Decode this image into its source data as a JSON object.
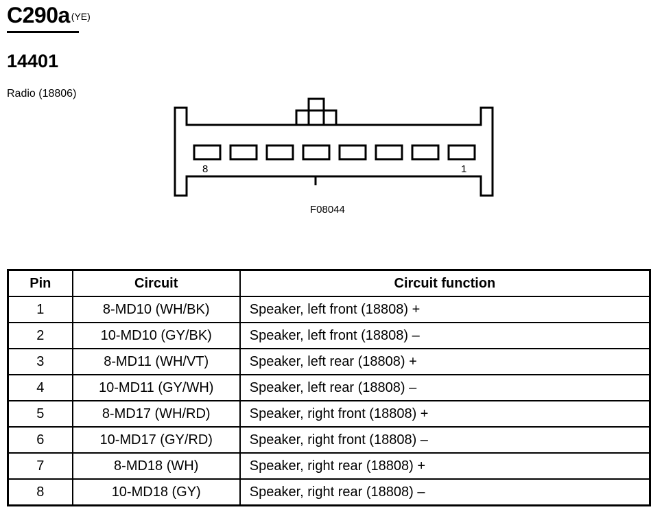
{
  "header": {
    "connector_id": "C290a",
    "connector_color": "(YE)",
    "part_number": "14401",
    "component": "Radio (18806)"
  },
  "diagram": {
    "pin_left_label": "8",
    "pin_right_label": "1",
    "figure_id": "F08044"
  },
  "table": {
    "headers": [
      "Pin",
      "Circuit",
      "Circuit function"
    ],
    "rows": [
      {
        "pin": "1",
        "circuit": "8-MD10 (WH/BK)",
        "function": "Speaker, left front (18808) +"
      },
      {
        "pin": "2",
        "circuit": "10-MD10 (GY/BK)",
        "function": "Speaker, left front (18808) –"
      },
      {
        "pin": "3",
        "circuit": "8-MD11 (WH/VT)",
        "function": "Speaker, left rear (18808) +"
      },
      {
        "pin": "4",
        "circuit": "10-MD11 (GY/WH)",
        "function": "Speaker, left rear (18808) –"
      },
      {
        "pin": "5",
        "circuit": "8-MD17 (WH/RD)",
        "function": "Speaker, right front (18808) +"
      },
      {
        "pin": "6",
        "circuit": "10-MD17 (GY/RD)",
        "function": "Speaker, right front (18808) –"
      },
      {
        "pin": "7",
        "circuit": "8-MD18 (WH)",
        "function": "Speaker, right rear (18808) +"
      },
      {
        "pin": "8",
        "circuit": "10-MD18 (GY)",
        "function": "Speaker, right rear (18808) –"
      }
    ]
  }
}
